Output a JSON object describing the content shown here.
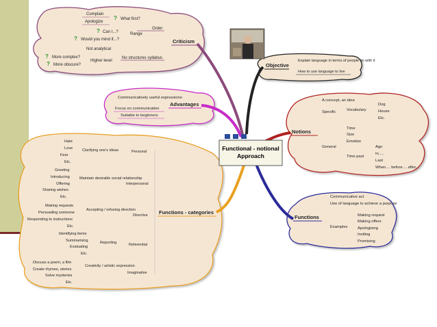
{
  "center": {
    "line1": "Functional - notional",
    "line2": "Approach"
  },
  "criticism": {
    "title": "Criticism",
    "order": "Order",
    "complain": "Complain",
    "apologize": "Apologize",
    "what_first": "What first?",
    "range": "Range",
    "can_i": "Can I...?",
    "would_you": "Would you mind if...?",
    "not_analytical": "Not analytical",
    "no_structures": "No structures syllabus",
    "higher_level": "Higher level",
    "more_complex": "More complex?",
    "more_obscure": "More obscure?"
  },
  "advantages": {
    "title": "Advantages",
    "items": [
      "Communicatively useful expressions",
      "Focus on communication",
      "Suitable to beginners"
    ]
  },
  "objective": {
    "title": "Objective",
    "items": [
      "Explain language in terms of people do with it",
      "How to use language to live"
    ]
  },
  "notions": {
    "title": "Notions",
    "concept": "A concept, an idea",
    "specific": "Specific",
    "vocabulary": "Vocabulary",
    "vocab_items": [
      "Dog",
      "House",
      "Etc."
    ],
    "general": "General",
    "time": "Time",
    "size": "Size",
    "emotion": "Emotion",
    "time_past": "Time past",
    "tp_items": [
      "Ago",
      "In.....",
      "Last",
      "When.... before.... after..."
    ]
  },
  "functions": {
    "title": "Functions",
    "communicative": "Communicative act",
    "use_language": "Use of language to achieve a purpose",
    "examples": "Examples",
    "ex_items": [
      "Making request",
      "Making offers",
      "Apologising",
      "Inviting",
      "Promising"
    ]
  },
  "categories": {
    "title": "Functions - categories",
    "personal": "Personal",
    "clarifying": "Clarifying one's ideas",
    "personal_items": [
      "Hate",
      "Love",
      "Fear",
      "Etc."
    ],
    "interpersonal": "Interpersonal",
    "maintain": "Maintain desirable social relationship",
    "inter_items": [
      "Greeting",
      "Introducing",
      "Offering",
      "Sharing wishes",
      "Etc."
    ],
    "directive": "Directive",
    "accepting": "Accepting / refusing direction",
    "dir_items": [
      "Making requests",
      "Persuading someone",
      "Responding to instructions",
      "Etc."
    ],
    "referential": "Referential",
    "reporting": "Reporting",
    "ref_items": [
      "Identifying items",
      "Summarising",
      "Evaluating",
      "Etc."
    ],
    "imaginative": "Imaginative",
    "creativity": "Creativity / artistic expression",
    "imag_items": [
      "Discuss a poem, a film",
      "Create rhymes, stories",
      "Solve mysteries",
      "Etc."
    ]
  },
  "colors": {
    "cloud_fill": "#f5e6d4",
    "criticism_stroke": "#8c4a7c",
    "advantages_stroke": "#c82bc8",
    "objective_stroke": "#222222",
    "notions_stroke": "#b02020",
    "functions_stroke": "#2a2a9a",
    "categories_stroke": "#e8a020"
  }
}
